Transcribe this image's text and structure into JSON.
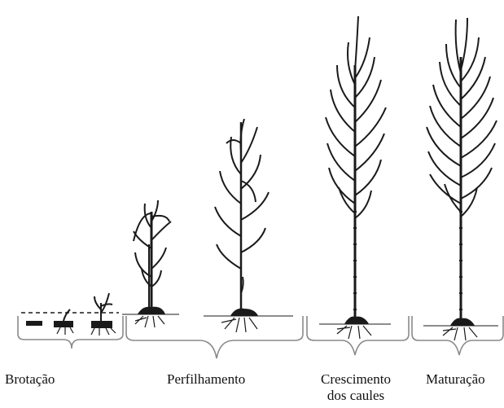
{
  "stages": [
    {
      "id": "brotacao",
      "label": "Brotação"
    },
    {
      "id": "perfilhamento",
      "label": "Perfilhamento"
    },
    {
      "id": "crescimento",
      "label_line1": "Crescimento",
      "label_line2": "dos caules"
    },
    {
      "id": "maturacao",
      "label": "Maturação"
    }
  ],
  "colors": {
    "ink": "#1a1a1a",
    "bracket": "#8a8a8a",
    "soil": "#333333"
  }
}
